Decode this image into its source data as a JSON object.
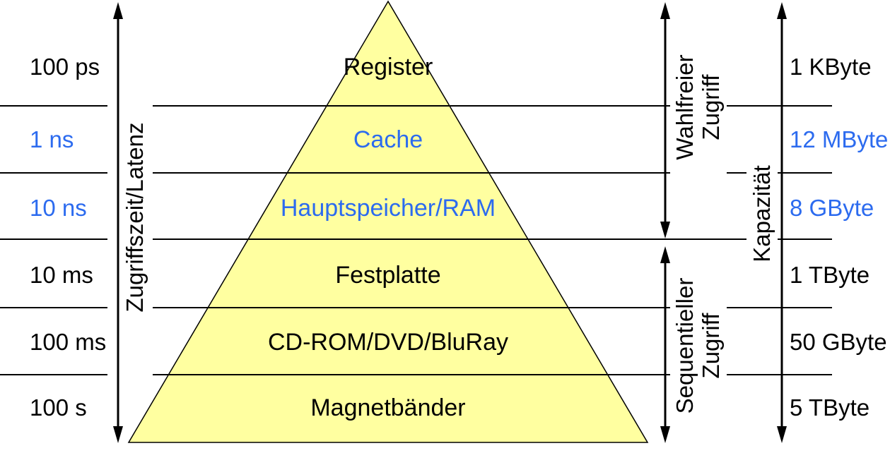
{
  "diagram_type": "memory-hierarchy-pyramid",
  "left_axis": {
    "label": "Zugriffszeit/Latenz"
  },
  "right_axis": {
    "label": "Kapazität"
  },
  "access_mode_arrows": {
    "random": {
      "line1": "Wahlfreier",
      "line2": "Zugriff"
    },
    "sequential": {
      "line1": "Sequentieller",
      "line2": "Zugriff"
    }
  },
  "rows": [
    {
      "level": "Register",
      "time": "100 ps",
      "capacity": "1 KByte",
      "highlighted": false
    },
    {
      "level": "Cache",
      "time": "1 ns",
      "capacity": "12 MByte",
      "highlighted": true
    },
    {
      "level": "Hauptspeicher/RAM",
      "time": "10 ns",
      "capacity": "8 GByte",
      "highlighted": true
    },
    {
      "level": "Festplatte",
      "time": "10 ms",
      "capacity": "1 TByte",
      "highlighted": false
    },
    {
      "level": "CD-ROM/DVD/BluRay",
      "time": "100 ms",
      "capacity": "50 GByte",
      "highlighted": false
    },
    {
      "level": "Magnetbänder",
      "time": "100 s",
      "capacity": "5 TByte",
      "highlighted": false
    }
  ],
  "colors": {
    "pyramid_fill": "#FFFFA0",
    "stroke": "#000000",
    "highlight_text": "#2C6BEF",
    "background": "#FFFFFF"
  }
}
